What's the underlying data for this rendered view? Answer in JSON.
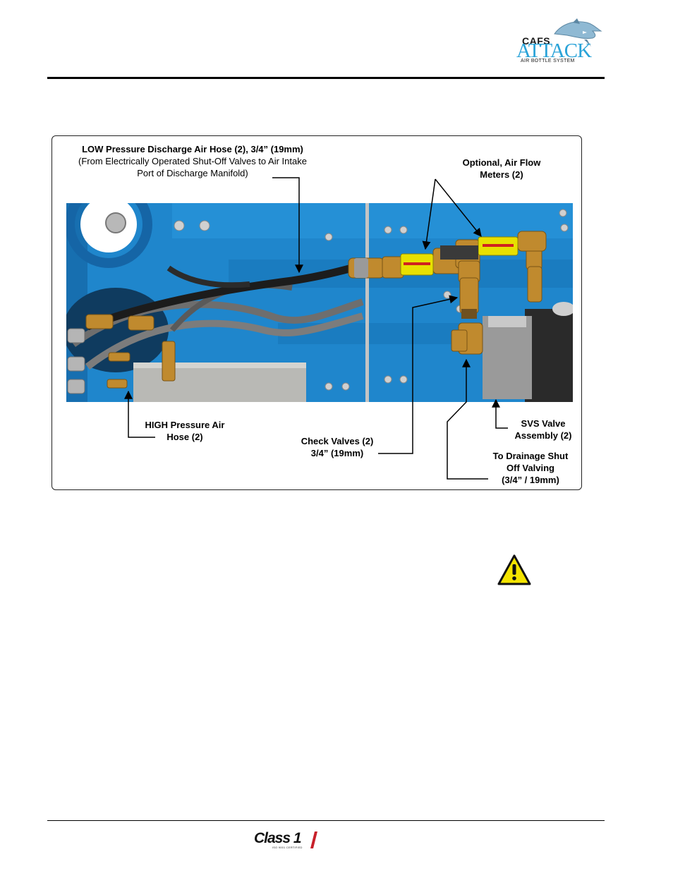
{
  "header": {
    "logo": {
      "line1": "CAFS",
      "line2": "ATTACK",
      "line3": "AIR BOTTLE SYSTEM",
      "brand_color": "#2aa3d8",
      "icon": "shark-icon"
    }
  },
  "figure": {
    "labels": {
      "low_pressure": {
        "line1": "LOW Pressure Discharge Air Hose (2), 3/4” (19mm)",
        "line2": "(From Electrically Operated Shut-Off Valves to Air Intake",
        "line3": "Port of Discharge Manifold)"
      },
      "flow_meters": {
        "line1": "Optional, Air Flow",
        "line2": "Meters (2)"
      },
      "high_pressure": {
        "line1": "HIGH Pressure Air",
        "line2": "Hose (2)"
      },
      "check_valves": {
        "line1": "Check Valves (2)",
        "line2": "3/4” (19mm)"
      },
      "svs_valve": {
        "line1": "SVS Valve",
        "line2": "Assembly (2)"
      },
      "drainage": {
        "line1": "To Drainage Shut",
        "line2": "Off Valving",
        "line3": "(3/4” / 19mm)"
      }
    },
    "photo_colors": {
      "panel": "#1f86cc",
      "brass": "#c08a2e",
      "hose": "#1c1c1c",
      "meter": "#e8e000"
    }
  },
  "warning": {
    "icon": "warning-triangle-icon",
    "color": "#f4e400"
  },
  "footer": {
    "logo_text": "Class 1",
    "logo_sub": "ISO 9001 CERTIFIED"
  }
}
